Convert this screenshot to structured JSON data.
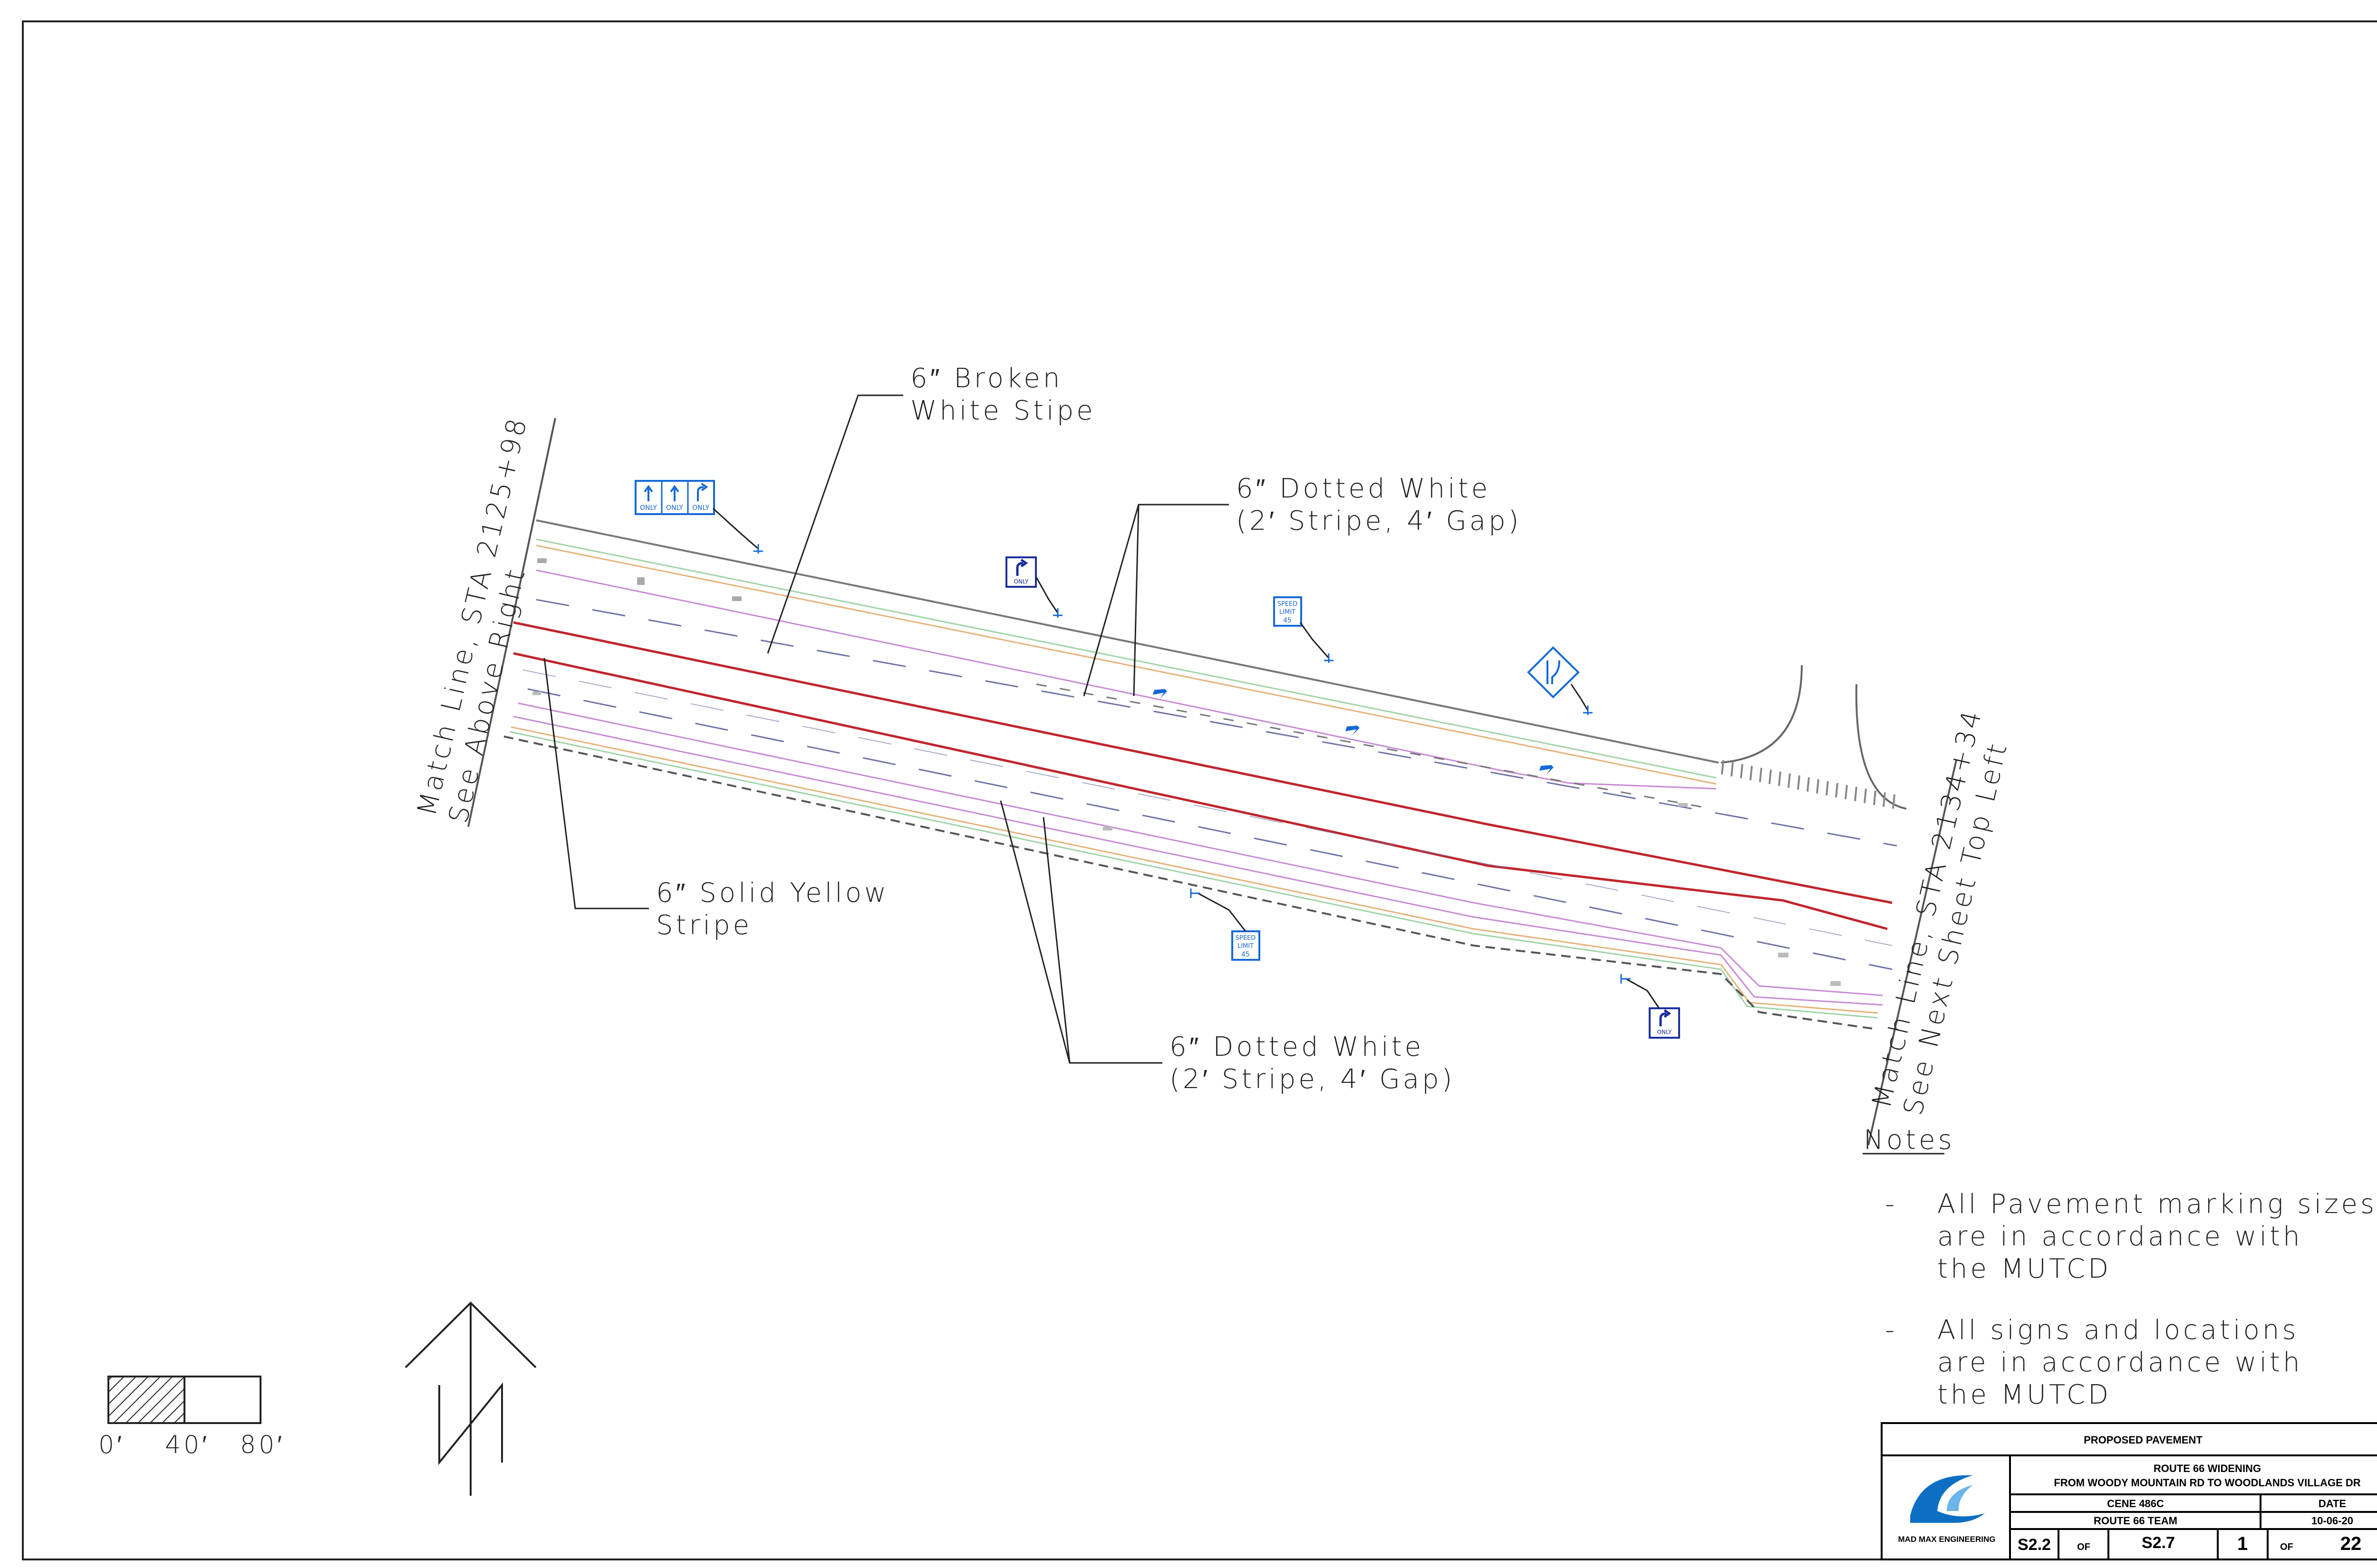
{
  "sheet": {
    "match_line_left": {
      "line1": "Match Line, STA 2125+98",
      "line2": "See Above Right"
    },
    "match_line_right": {
      "line1": "Match Line, STA 2134+34",
      "line2": "See Next Sheet Top Left"
    }
  },
  "callouts": {
    "broken_white": {
      "line1": "6″ Broken",
      "line2": "White Stipe"
    },
    "dotted_white_top": {
      "line1": "6″ Dotted White",
      "line2": "(2′ Stripe, 4′ Gap)"
    },
    "solid_yellow": {
      "line1": "6″ Solid Yellow",
      "line2": "Stripe"
    },
    "dotted_white_bottom": {
      "line1": "6″ Dotted White",
      "line2": "(2′ Stripe, 4′ Gap)"
    }
  },
  "signs": {
    "lane_use": {
      "labels": [
        "ONLY",
        "ONLY",
        "ONLY"
      ]
    },
    "right_only_top": {
      "label": "ONLY"
    },
    "speed_top": {
      "line1": "SPEED",
      "line2": "LIMIT",
      "line3": "45"
    },
    "speed_bottom": {
      "line1": "SPEED",
      "line2": "LIMIT",
      "line3": "45"
    },
    "right_only_bottom": {
      "label": "ONLY"
    }
  },
  "notes": {
    "heading": "Notes",
    "items": [
      {
        "bullet": "-",
        "lines": [
          "All Pavement marking sizes",
          "are in accordance with",
          "the MUTCD"
        ]
      },
      {
        "bullet": "-",
        "lines": [
          "All signs and locations",
          "are in accordance with",
          "the MUTCD"
        ]
      }
    ]
  },
  "scale_bar": {
    "labels": [
      "0′",
      "40′",
      "80′"
    ]
  },
  "title_block": {
    "title": "PROPOSED PAVEMENT",
    "project_line1": "ROUTE 66 WIDENING",
    "project_line2": "FROM WOODY MOUNTAIN RD TO WOODLANDS VILLAGE DR",
    "course": "CENE 486C",
    "date_label": "DATE",
    "team": "ROUTE 66 TEAM",
    "date": "10-06-20",
    "company": "MAD MAX ENGINEERING",
    "sheet_no": "S2.2",
    "of_1": "OF",
    "sheet_total": "S2.7",
    "page_no": "1",
    "of_2": "OF",
    "page_total": "22"
  },
  "colors": {
    "yellow_centerline": "#c0262c",
    "broken_white": "#6e72a8",
    "edge_pink": "#c98ad6",
    "edge_green": "#9fd4a8",
    "edge_orange": "#e6b27a",
    "sign_blue": "#1569d6",
    "logo_blue": "#0d6fc4"
  }
}
